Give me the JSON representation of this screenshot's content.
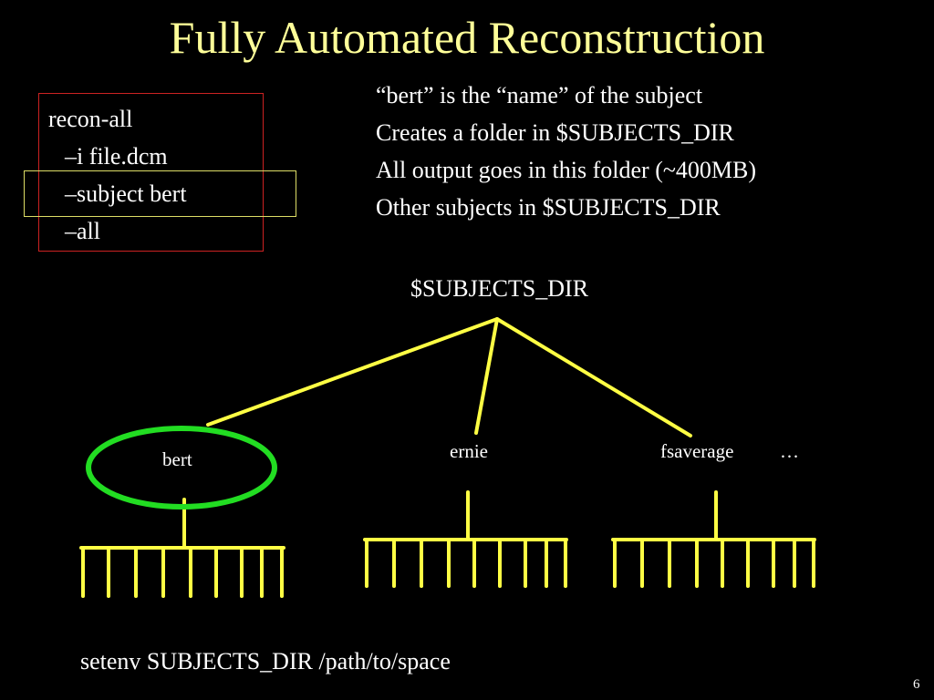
{
  "slide": {
    "title": "Fully Automated Reconstruction",
    "page_number": "6"
  },
  "command": {
    "lines": [
      "recon-all",
      "–i  file.dcm",
      "–subject  bert",
      "–all"
    ]
  },
  "notes": {
    "lines": [
      "“bert” is the “name” of the subject",
      "Creates a folder in $SUBJECTS_DIR",
      "All output goes in this folder (~400MB)",
      "Other subjects in $SUBJECTS_DIR"
    ]
  },
  "tree": {
    "root": "$SUBJECTS_DIR",
    "children": [
      "bert",
      "ernie",
      "fsaverage"
    ],
    "more": "…"
  },
  "footer": {
    "setenv": "setenv SUBJECTS_DIR /path/to/space"
  },
  "colors": {
    "background": "#000000",
    "title": "#ffff99",
    "text": "#ffffff",
    "tree_lines": "#ffff44",
    "highlight_ellipse": "#22dd22",
    "command_box_border": "#cc2222",
    "highlight_box_border": "#dddd66"
  }
}
